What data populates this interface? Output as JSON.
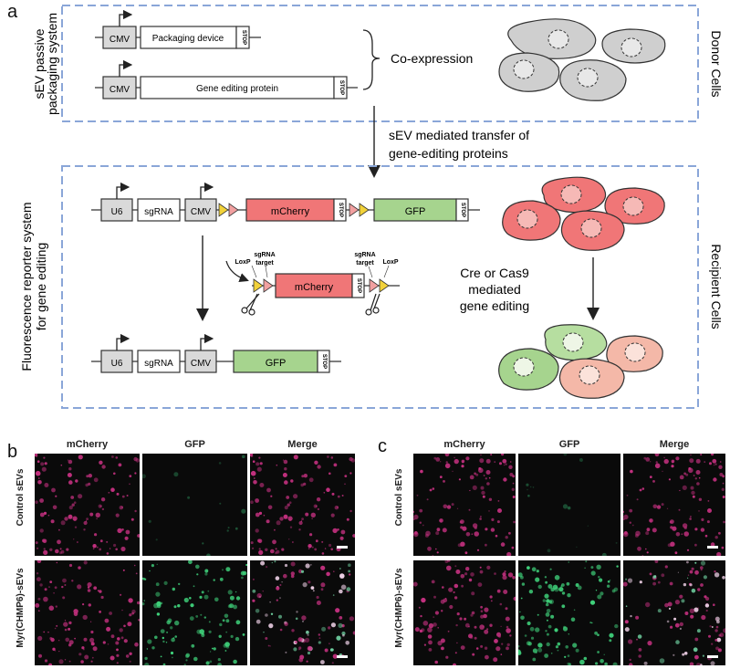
{
  "panel_a": {
    "label": "a",
    "donor": {
      "side_label_line1": "sEV passive",
      "side_label_line2": "packaging system",
      "right_label": "Donor Cells",
      "construct1": {
        "promoter": "CMV",
        "gene": "Packaging device",
        "stop": "STOP"
      },
      "construct2": {
        "promoter": "CMV",
        "gene": "Gene editing protein",
        "stop": "STOP"
      },
      "co_expression": "Co-expression"
    },
    "transfer_line1": "sEV mediated transfer of",
    "transfer_line2": "gene-editing proteins",
    "recipient": {
      "side_label_line1": "Fluorescence reporter system",
      "side_label_line2": "for gene editing",
      "right_label": "Recipient Cells",
      "construct_top": {
        "u6": "U6",
        "sgrna": "sgRNA",
        "promoter": "CMV",
        "gene1": "mCherry",
        "stop1": "STOP",
        "gene2": "GFP",
        "stop2": "STOP"
      },
      "excised": {
        "loxp_left": "LoxP",
        "sg_left_1": "sgRNA",
        "sg_left_2": "target",
        "gene": "mCherry",
        "stop": "STOP",
        "sg_right_1": "sgRNA",
        "sg_right_2": "target",
        "loxp_right": "LoxP"
      },
      "construct_bottom": {
        "u6": "U6",
        "sgrna": "sgRNA",
        "promoter": "CMV",
        "gene": "GFP",
        "stop": "STOP"
      },
      "editing_line1": "Cre or Cas9",
      "editing_line2": "mediated",
      "editing_line3": "gene editing"
    },
    "colors": {
      "dashed_box": "#8aa6d8",
      "mcherry": "#f07677",
      "gfp": "#a6d48e",
      "gray_box": "#d9d9d9",
      "donor_cell": "#cfcfcf",
      "recipient_cell": "#f07677",
      "edited_green": "#b6dea0",
      "edited_pink": "#f4b8a8",
      "loxp": "#f2d23a",
      "sg_target": "#f2a0a0"
    }
  },
  "panel_b": {
    "label": "b",
    "columns": [
      "mCherry",
      "GFP",
      "Merge"
    ],
    "rows": [
      "Control sEVs",
      "Myr(CHMP6)-sEVs"
    ]
  },
  "panel_c": {
    "label": "c",
    "columns": [
      "mCherry",
      "GFP",
      "Merge"
    ],
    "rows": [
      "Control sEVs",
      "Myr(CHMP6)-sEVs"
    ]
  }
}
